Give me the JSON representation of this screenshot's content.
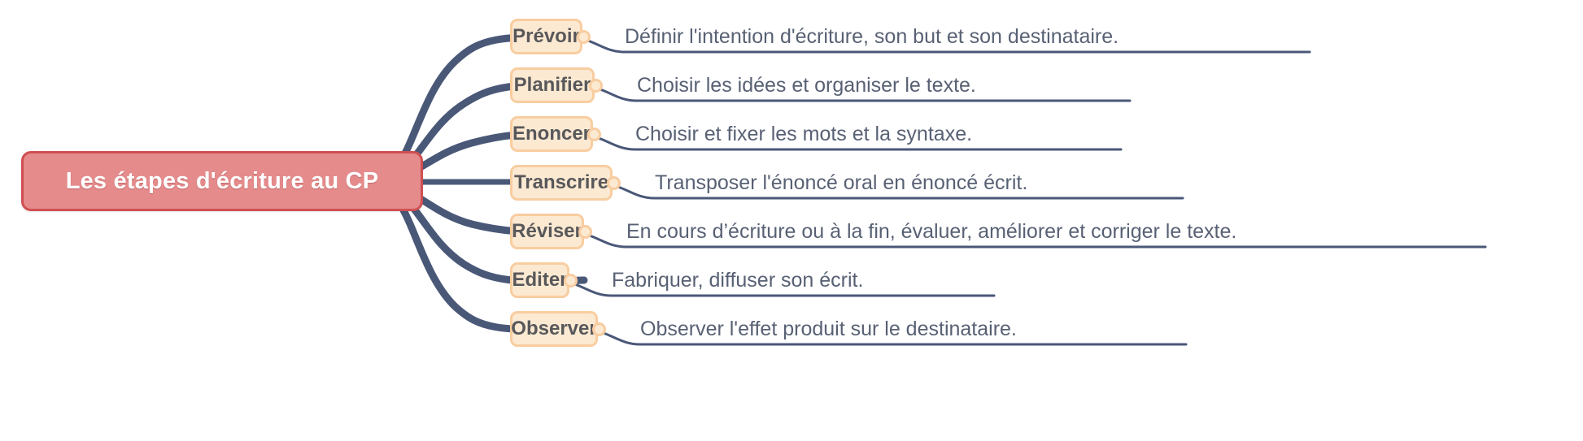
{
  "root": {
    "label": "Les étapes d'écriture au CP",
    "fill": "#e58b8c",
    "border": "#cf4f52",
    "text_color": "#ffffff"
  },
  "theme": {
    "topic_fill": "#fce9d2",
    "topic_border": "#f8cda0",
    "topic_text": "#58585a",
    "edge_color": "#4a5878",
    "desc_text": "#586174",
    "background": "#ffffff"
  },
  "branches": [
    {
      "topic": "Prévoir",
      "description": "Définir l'intention d'écriture, son but et son destinataire."
    },
    {
      "topic": "Planifier",
      "description": "Choisir les idées et organiser le texte."
    },
    {
      "topic": "Enoncer",
      "description": "Choisir et fixer les mots et la syntaxe."
    },
    {
      "topic": "Transcrire",
      "description": "Transposer l'énoncé oral en énoncé écrit."
    },
    {
      "topic": "Réviser",
      "description": "En cours d’écriture ou à la fin, évaluer, améliorer et corriger le texte."
    },
    {
      "topic": "Editer",
      "description": "Fabriquer, diffuser son écrit."
    },
    {
      "topic": "Observer",
      "description": "Observer l'effet produit sur le destinataire."
    }
  ]
}
